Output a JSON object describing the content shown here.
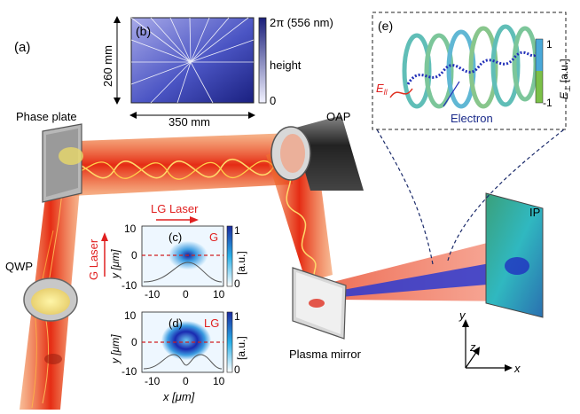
{
  "panel_a": {
    "label": "(a)"
  },
  "panel_b": {
    "label": "(b)",
    "width_dim": "350 mm",
    "height_dim": "260 mm",
    "colorbar_top": "2π (556 nm)",
    "colorbar_bottom": "0",
    "colorbar_title": "height"
  },
  "components": {
    "phase_plate": "Phase plate",
    "oap": "OAP",
    "qwp": "QWP",
    "plasma_mirror": "Plasma mirror",
    "ip": "IP"
  },
  "beams": {
    "lg_laser": "LG Laser",
    "g_laser": "G Laser"
  },
  "panel_c": {
    "label": "(c)",
    "tag": "G",
    "ylabel": "y [μm]",
    "yticks": [
      "10",
      "0",
      "-10"
    ],
    "xticks": [
      "-10",
      "0",
      "10"
    ],
    "cbar_top": "1",
    "cbar_bottom": "0",
    "cbar_unit": "[a.u.]"
  },
  "panel_d": {
    "label": "(d)",
    "tag": "LG",
    "ylabel": "y [μm]",
    "xlabel": "x [μm]",
    "yticks": [
      "10",
      "0",
      "-10"
    ],
    "xticks": [
      "-10",
      "0",
      "10"
    ],
    "cbar_top": "1",
    "cbar_bottom": "0",
    "cbar_unit": "[a.u.]"
  },
  "panel_e": {
    "label": "(e)",
    "e_par": "E",
    "e_par_sub": "ll",
    "electron": "Electron",
    "cbar_top": "1",
    "cbar_bottom": "-1",
    "cbar_unit": "[a.u.]",
    "cbar_title": "E",
    "cbar_title_sub": "⊥"
  },
  "axes": {
    "x": "x",
    "y": "y",
    "z": "z"
  },
  "colors": {
    "beam_red": "#e8401c",
    "beam_orange": "#f5a23a",
    "electron_blue": "#2230b8",
    "navy": "#1a1a7a",
    "ip_green": "#3aa07a"
  }
}
